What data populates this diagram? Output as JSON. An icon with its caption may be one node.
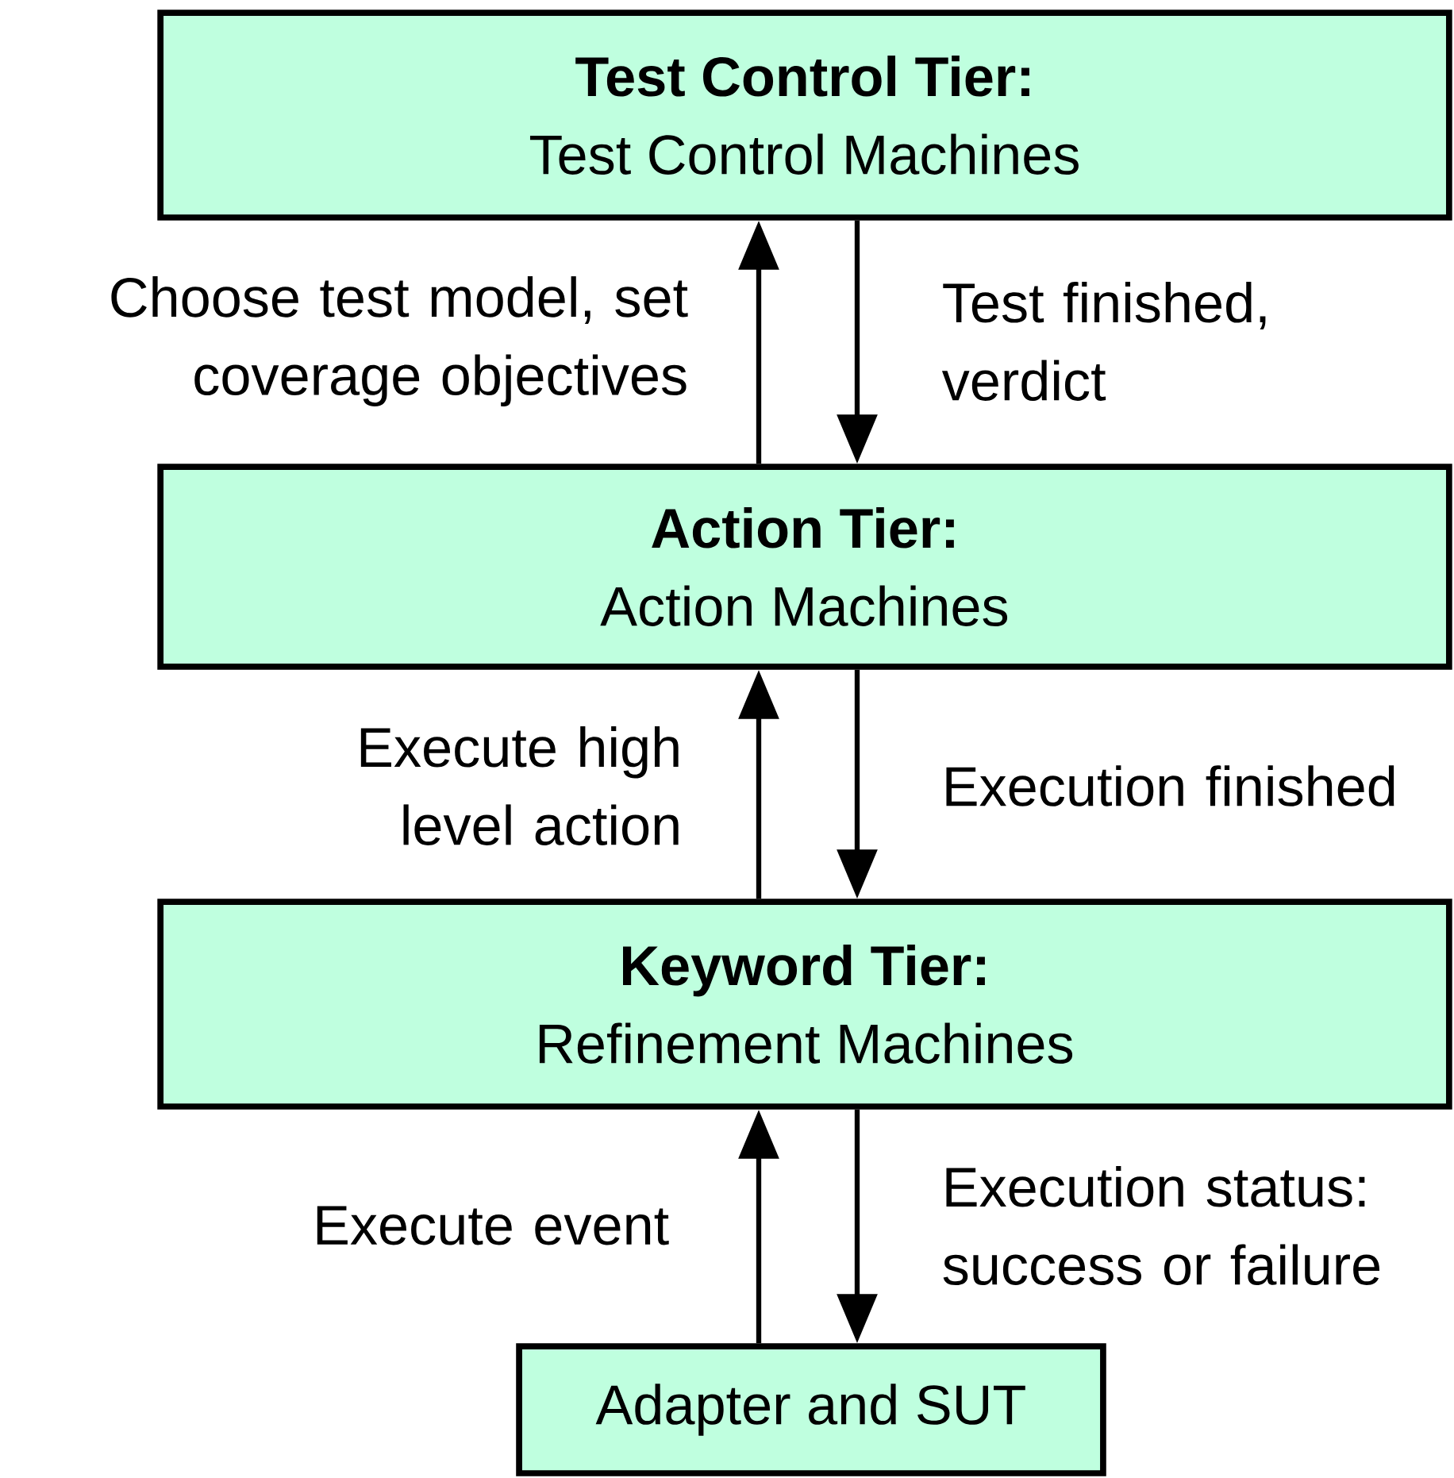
{
  "diagram": {
    "nodes": [
      {
        "text": [
          "Test Control Tier:",
          "Test Control Machines"
        ]
      },
      {
        "text": [
          "Action Tier:",
          "Action Machines"
        ]
      },
      {
        "text": [
          "Keyword Tier:",
          "Refinement Machines"
        ]
      },
      {
        "text": [
          "Adapter and SUT"
        ]
      }
    ],
    "edges": [
      {
        "from": 1,
        "to": 0,
        "arrow": "to",
        "label": "Choose test model, set coverage objectives"
      },
      {
        "from": 0,
        "to": 1,
        "arrow": "to",
        "label": "Test finished, verdict"
      },
      {
        "from": 2,
        "to": 1,
        "arrow": "to",
        "label": "Execute high level action"
      },
      {
        "from": 1,
        "to": 2,
        "arrow": "to",
        "label": "Execution finished"
      },
      {
        "from": 3,
        "to": 2,
        "arrow": "to",
        "label": "Execute event"
      },
      {
        "from": 2,
        "to": 3,
        "arrow": "to",
        "label": "Execution status: success or failure"
      }
    ]
  }
}
